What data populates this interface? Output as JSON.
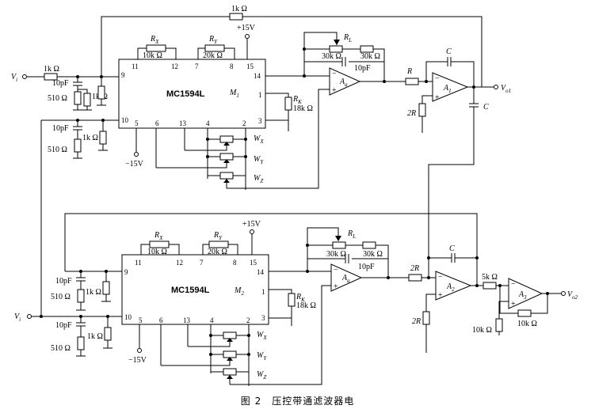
{
  "caption": "图 2　压控带通滤波器电",
  "multipliers": {
    "m1": {
      "chip": "MC1594L",
      "ref": "M",
      "sub": "1"
    },
    "m2": {
      "chip": "MC1594L",
      "ref": "M",
      "sub": "2"
    }
  },
  "pins": {
    "n9": "9",
    "n10": "10",
    "n11": "11",
    "n12": "12",
    "n7": "7",
    "n8": "8",
    "n15": "15",
    "n14": "14",
    "n1": "1",
    "n3": "3",
    "n5": "5",
    "n6": "6",
    "n13": "13",
    "n4": "4",
    "n2": "2"
  },
  "labels": {
    "r_fb": "1k Ω",
    "vcc": "+15V",
    "vee": "−15V",
    "rx": "R",
    "rx_sub": "X",
    "rx_val": "10k Ω",
    "ry": "R",
    "ry_sub": "Y",
    "ry_val": "20k Ω",
    "rl": "R",
    "rl_sub": "L",
    "rl_val1": "30k Ω",
    "rl_val2": "30k Ω",
    "c10p": "10pF",
    "rk": "R",
    "rk_sub": "K",
    "rk_val": "18k Ω",
    "r1k": "1k Ω",
    "r510": "510 Ω",
    "wx": "W",
    "wx_sub": "X",
    "wy": "W",
    "wy_sub": "Y",
    "wz": "W",
    "wz_sub": "Z",
    "a": "A",
    "a_sub": "a",
    "a1": "A",
    "a1_sub": "1",
    "a2": "A",
    "a2_sub": "2",
    "a3": "A",
    "a3_sub": "3",
    "r": "R",
    "r2": "2R",
    "c": "C",
    "vi": "V",
    "vi_sub": "i",
    "vo1": "V",
    "vo1_sub": "o1",
    "vo2": "V",
    "vo2_sub": "o2",
    "r5k": "5k Ω",
    "r10k": "10k Ω",
    "minus": "−",
    "plus": "+"
  }
}
